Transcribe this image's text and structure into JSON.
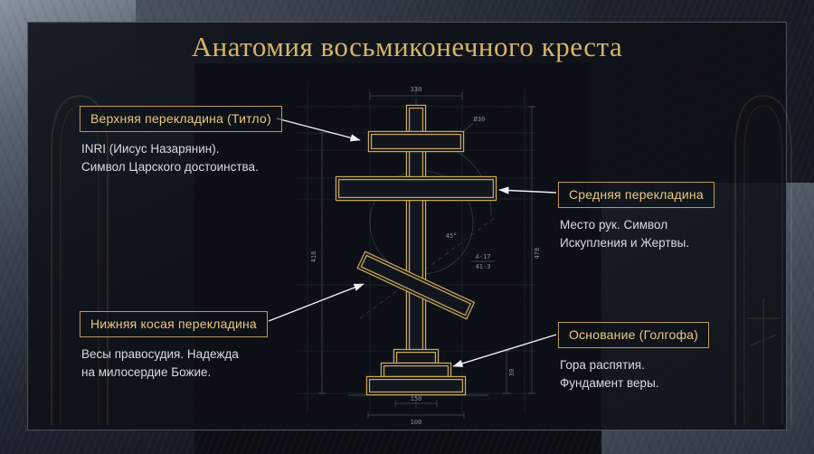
{
  "title": "Анатомия восьмиконечного креста",
  "labels": {
    "top": {
      "title": "Верхняя перекладина (Титло)",
      "desc_lines": [
        "INRI (Иисус Назарянин).",
        "Символ Царского достоинства."
      ]
    },
    "middle": {
      "title": "Средняя перекладина",
      "desc_lines": [
        "Место рук. Символ",
        "Искупления и Жертвы."
      ]
    },
    "slanted": {
      "title": "Нижняя косая перекладина",
      "desc_lines": [
        "Весы правосудия. Надежда",
        "на милосердие Божие."
      ]
    },
    "base": {
      "title": "Основание (Голгофа)",
      "desc_lines": [
        "Гора распятия.",
        "Фундамент веры."
      ]
    }
  },
  "blueprint": {
    "dims": [
      "330",
      "Ø30",
      "478",
      "418",
      "45°",
      "A-17",
      "41-3",
      "150",
      "100",
      "30"
    ]
  },
  "colors": {
    "gold": "#cda757",
    "panel_border": "#45505f",
    "text": "#d7dbe1",
    "arrow": "#edf0f4",
    "blueprint_line": "#6982a5"
  }
}
